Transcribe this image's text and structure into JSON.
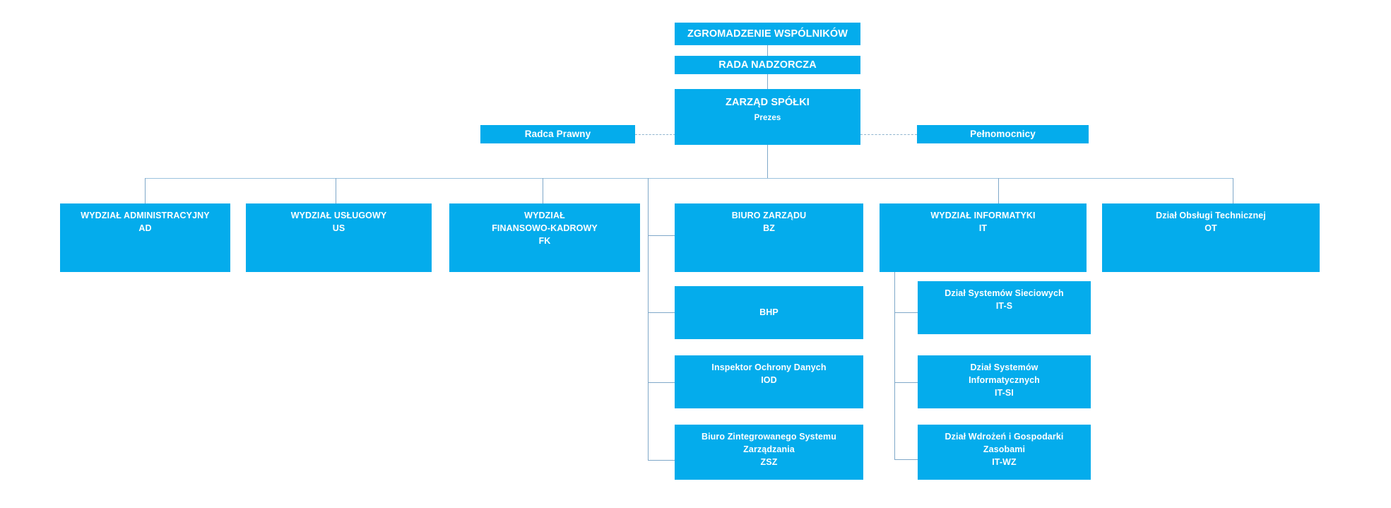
{
  "chart": {
    "kind": "organizational-chart",
    "language": "pl",
    "accent_color": "#04ACEC",
    "connector_color": "#7FA8C9",
    "background_color": "#FFFFFF"
  },
  "nodes": {
    "shareholders_meeting": {
      "title": "ZGROMADZENIE WSPÓLNIKÓW"
    },
    "supervisory_board": {
      "title": "RADA NADZORCZA"
    },
    "management_board": {
      "title": "ZARZĄD SPÓŁKI",
      "subtitle": "Prezes"
    },
    "legal_counsel": {
      "title": "Radca Prawny"
    },
    "proxies": {
      "title": "Pełnomocnicy"
    },
    "dept_admin": {
      "title": "WYDZIAŁ ADMINISTRACYJNY",
      "code": "AD"
    },
    "dept_services": {
      "title": "WYDZIAŁ USŁUGOWY",
      "code": "US"
    },
    "dept_finance": {
      "title_line1": "WYDZIAŁ",
      "title_line2": "FINANSOWO-KADROWY",
      "code": "FK"
    },
    "office_board": {
      "title": "BIURO ZARZĄDU",
      "code": "BZ"
    },
    "dept_it": {
      "title": "WYDZIAŁ INFORMATYKI",
      "code": "IT"
    },
    "dept_technical": {
      "title": "Dział Obsługi Technicznej",
      "code": "OT"
    },
    "bhp": {
      "title": "BHP"
    },
    "data_protection": {
      "title": "Inspektor Ochrony Danych",
      "code": "IOD"
    },
    "integrated_system": {
      "title_line1": "Biuro Zintegrowanego Systemu",
      "title_line2": "Zarządzania",
      "code": "ZSZ"
    },
    "it_network": {
      "title": "Dział Systemów Sieciowych",
      "code": "IT-S"
    },
    "it_systems": {
      "title_line1": "Dział Systemów",
      "title_line2": "Informatycznych",
      "code": "IT-SI"
    },
    "it_deployment": {
      "title_line1": "Dział Wdrożeń i Gospodarki",
      "title_line2": "Zasobami",
      "code": "IT-WZ"
    }
  }
}
